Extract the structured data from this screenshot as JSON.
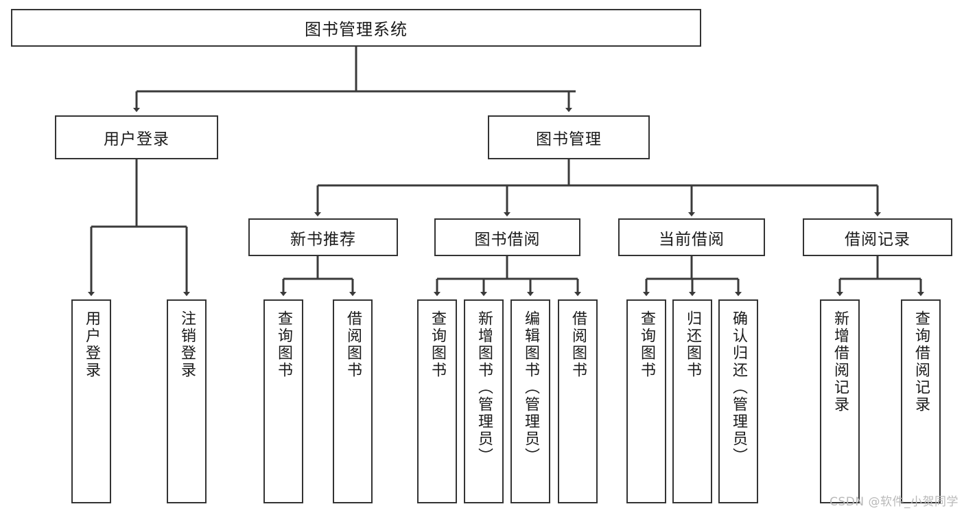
{
  "diagram": {
    "title": "图书管理系统",
    "type": "tree-hierarchy-chart",
    "watermark": "CSDN @软件_小贺同学",
    "colors": {
      "box_border": "#333333",
      "box_fill": "#ffffff",
      "connector": "#3a3a3a",
      "text": "#1a1a1a",
      "watermark": "#b9b9b9"
    },
    "levels": {
      "root": {
        "label": "图书管理系统"
      },
      "level2": [
        {
          "label": "用户登录"
        },
        {
          "label": "图书管理"
        }
      ],
      "level3": [
        {
          "label": "新书推荐"
        },
        {
          "label": "图书借阅"
        },
        {
          "label": "当前借阅"
        },
        {
          "label": "借阅记录"
        }
      ],
      "leaves": [
        {
          "label": "用户登录",
          "parent": "用户登录"
        },
        {
          "label": "注销登录",
          "parent": "用户登录"
        },
        {
          "label": "查询图书",
          "parent": "新书推荐"
        },
        {
          "label": "借阅图书",
          "parent": "新书推荐"
        },
        {
          "label": "查询图书",
          "parent": "图书借阅"
        },
        {
          "label": "新增图书（管理员）",
          "parent": "图书借阅"
        },
        {
          "label": "编辑图书（管理员）",
          "parent": "图书借阅"
        },
        {
          "label": "借阅图书",
          "parent": "图书借阅"
        },
        {
          "label": "查询图书",
          "parent": "当前借阅"
        },
        {
          "label": "归还图书",
          "parent": "当前借阅"
        },
        {
          "label": "确认归还（管理员）",
          "parent": "当前借阅"
        },
        {
          "label": "新增借阅记录",
          "parent": "借阅记录"
        },
        {
          "label": "查询借阅记录",
          "parent": "借阅记录"
        }
      ]
    }
  }
}
